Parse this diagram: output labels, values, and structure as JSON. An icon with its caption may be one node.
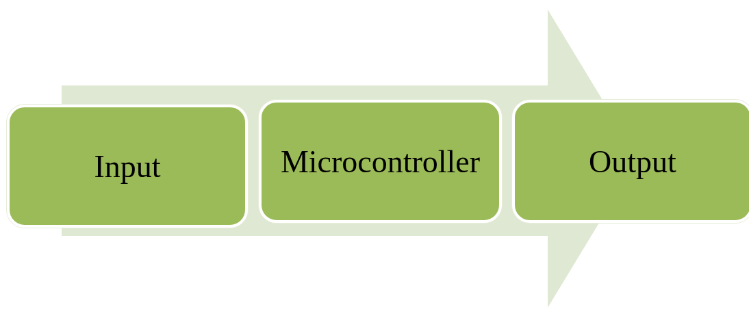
{
  "diagram": {
    "nodes": [
      {
        "text": [
          "Input"
        ]
      },
      {
        "text": [
          "Microcontroller"
        ]
      },
      {
        "text": [
          "Output"
        ]
      }
    ]
  }
}
